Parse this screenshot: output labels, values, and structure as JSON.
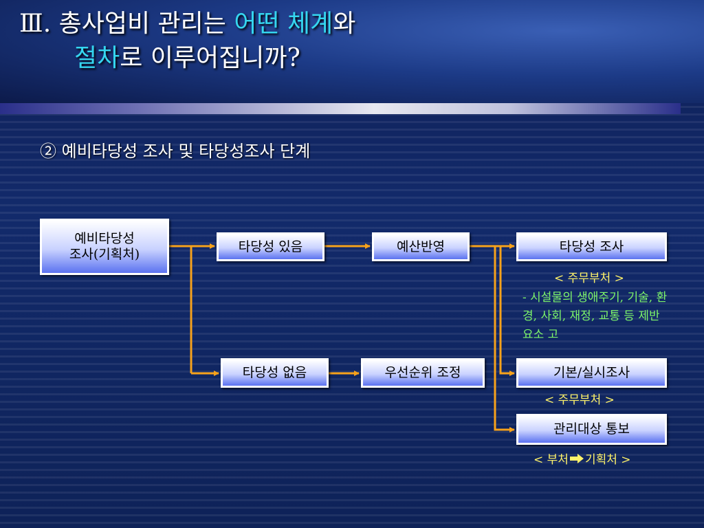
{
  "title": {
    "prefix": "Ⅲ. 총사업비 관리는 ",
    "highlight1": "어떤 체계",
    "mid": "와",
    "highlight2": "절차",
    "suffix": "로 이루어집니까?"
  },
  "subtitle": "② 예비타당성 조사 및 타당성조사 단계",
  "nodes": {
    "prefeasibility_line1": "예비타당성",
    "prefeasibility_line2": "조사(기획처)",
    "feasible": "타당성 있음",
    "not_feasible": "타당성 없음",
    "budget": "예산반영",
    "priority": "우선순위 조정",
    "feasibility_study": "타당성 조사",
    "basic_design": "기본/실시조사",
    "notify": "관리대상 통보"
  },
  "notes": {
    "fs_owner": "< 주무부처 >",
    "fs_detail": "- 시설물의 생애주기, 기술, 환경, 사회, 재정, 교통 등 제반요소 고",
    "basic_owner": "< 주무부처 >",
    "notify_owner_left": "< 부처",
    "notify_owner_right": "기획처 >"
  },
  "colors": {
    "connector": "#f7a21b",
    "highlight": "#35d6f0",
    "note_yellow": "#fff36a",
    "note_green": "#7df56a"
  }
}
